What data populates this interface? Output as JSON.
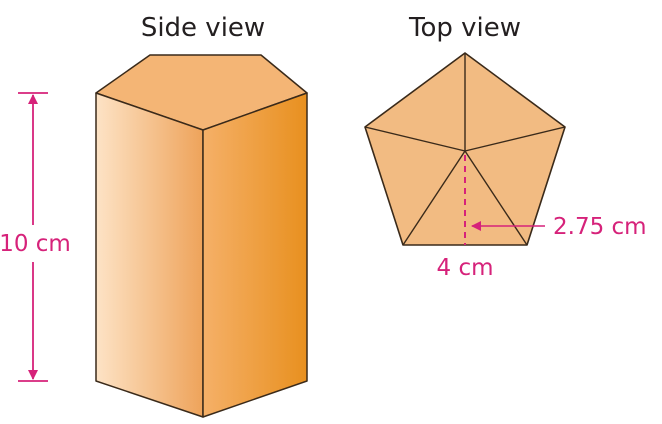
{
  "titles": {
    "side_view": "Side view",
    "top_view": "Top view"
  },
  "measurements": {
    "height": "10 cm",
    "base_edge": "4 cm",
    "apothem": "2.75 cm"
  },
  "colors": {
    "face_fill": "#f3b679",
    "face_stroke": "#3a2a1a",
    "measure": "#d6227a",
    "text": "#231f20",
    "front_face_light": "#fde3c6",
    "front_face_dark": "#eea35a",
    "side_face_light": "#f5b068",
    "side_face_dark": "#e8901f",
    "top_face": "#f4b575"
  }
}
